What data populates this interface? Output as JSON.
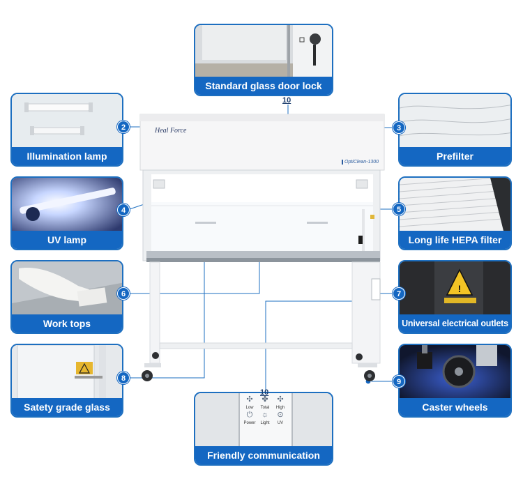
{
  "features": {
    "door_lock": "Standard glass door lock",
    "illumination": "Illumination lamp",
    "prefilter": "Prefilter",
    "uv_lamp": "UV lamp",
    "hepa": "Long life HEPA filter",
    "work_tops": "Work tops",
    "outlets": "Universal electrical outlets",
    "glass": "Satety grade glass",
    "casters": "Caster wheels",
    "communication": "Friendly communication"
  },
  "badges": {
    "b2": "2",
    "b3": "3",
    "b4": "4",
    "b5": "5",
    "b6": "6",
    "b7": "7",
    "b8": "8",
    "b9": "9",
    "b10_top": "10",
    "b10_bottom": "10"
  },
  "cabinet": {
    "brand": "Heal Force",
    "model": "OptiClean-1300"
  },
  "control_panel": {
    "low": "Low",
    "total": "Total",
    "high": "High",
    "power": "Power",
    "light": "Light",
    "uv": "UV"
  },
  "colors": {
    "accent": "#1467c2",
    "line": "#1d6fc0",
    "cabinet_body": "#f4f5f7"
  }
}
